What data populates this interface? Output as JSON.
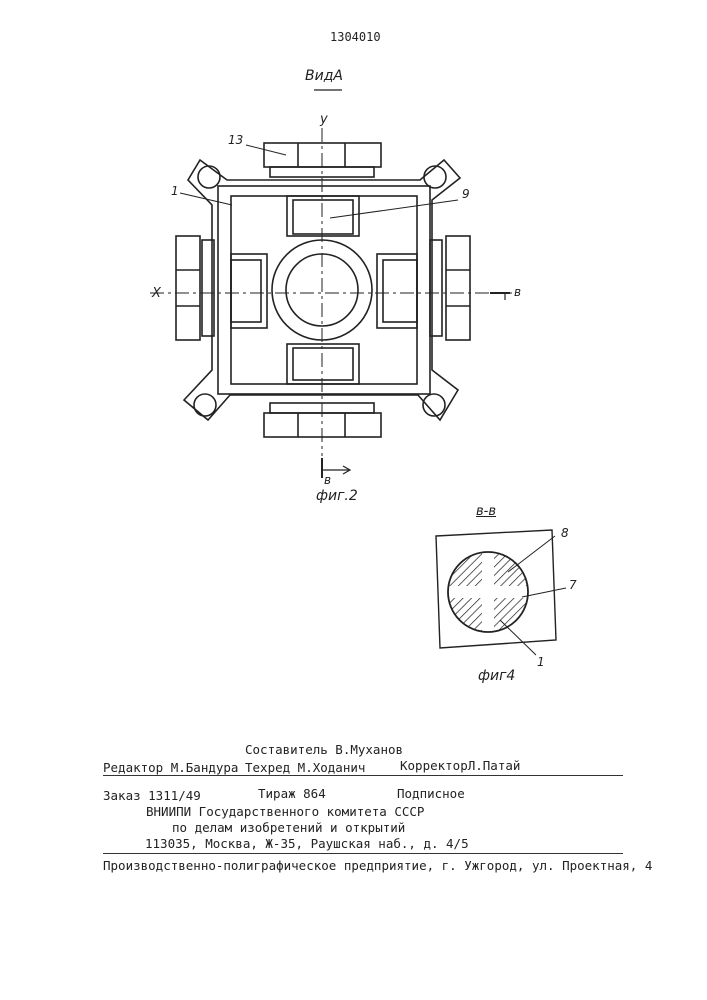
{
  "header": {
    "patent_number": "1304010"
  },
  "figure2": {
    "view_label": "ВидА",
    "caption": "фиг.2",
    "labels": {
      "part_13": "13",
      "part_1": "1",
      "part_9": "9",
      "axis_y": "y",
      "axis_x": "X",
      "section_mark_right": "в",
      "section_mark_bottom": "в"
    }
  },
  "figure4": {
    "section_label": "в-в",
    "caption": "фиг4",
    "labels": {
      "part_8": "8",
      "part_7": "7",
      "part_1": "1"
    }
  },
  "colophon": {
    "compiler": "Составитель В.Муханов",
    "editor": "Редактор М.Бандура",
    "techred": "Техред М.Ходанич",
    "corrector": "КорректорЛ.Патай",
    "order": "Заказ 1311/49",
    "circulation": "Тираж 864",
    "subscription": "Подписное",
    "org_line1": "ВНИИПИ Государственного комитета СССР",
    "org_line2": "по делам изобретений и открытий",
    "address": "113035, Москва, Ж-35, Раушская наб., д. 4/5",
    "printer": "Производственно-полиграфическое предприятие, г. Ужгород, ул. Проектная, 4"
  }
}
